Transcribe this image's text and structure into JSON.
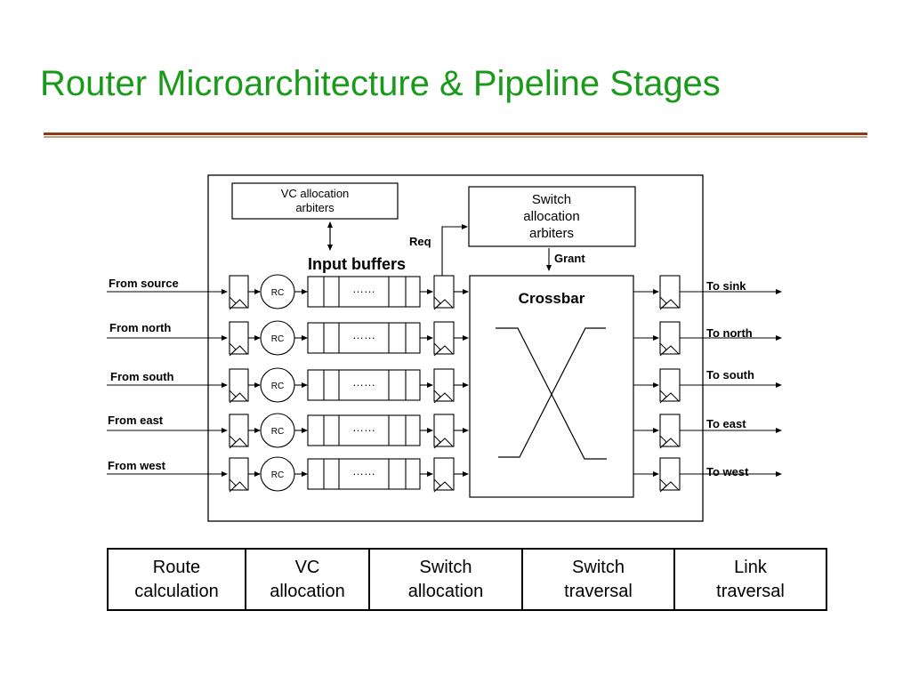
{
  "title": "Router Microarchitecture & Pipeline Stages",
  "colors": {
    "title": "#1a9a1a",
    "rule_dark": "#8b3a1a",
    "rule_light": "#c8a080"
  },
  "diagram": {
    "vc_arbiters": [
      "VC allocation",
      "arbiters"
    ],
    "sw_arbiters": [
      "Switch",
      "allocation",
      "arbiters"
    ],
    "req_label": "Req",
    "grant_label": "Grant",
    "input_buffers_label": "Input buffers",
    "crossbar_label": "Crossbar",
    "rc_label": "RC",
    "buffer_dots": "……",
    "inputs": [
      "From source",
      "From north",
      "From south",
      "From east",
      "From west"
    ],
    "outputs": [
      "To sink",
      "To north",
      "To south",
      "To east",
      "To west"
    ]
  },
  "pipeline": [
    "Route\ncalculation",
    "VC\nallocation",
    "Switch\nallocation",
    "Switch\ntraversal",
    "Link\ntraversal"
  ]
}
